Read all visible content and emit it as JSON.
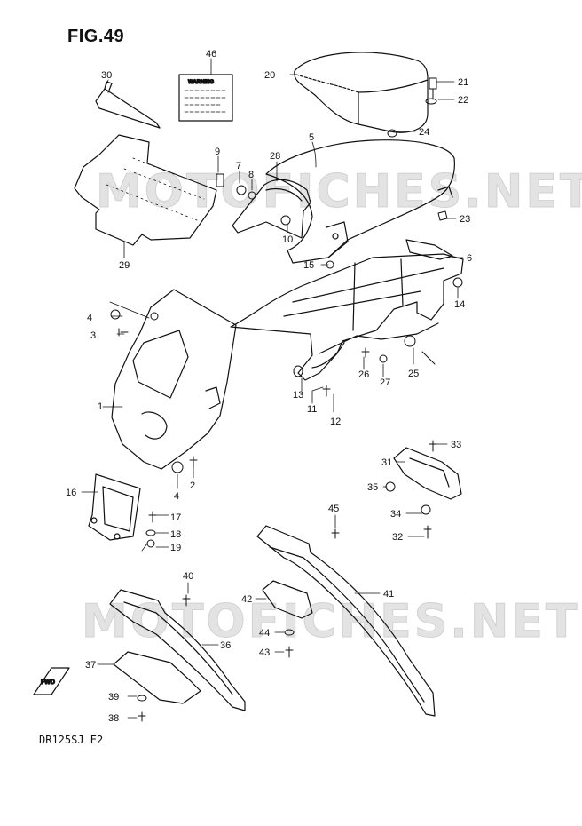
{
  "figure": {
    "title": "FIG.49",
    "model_code": "DR125SJ E2",
    "watermark": "MOTOFICHES.NET",
    "fwd_label": "FWD",
    "warning_label_text": "WARNING"
  },
  "callouts": [
    "1",
    "2",
    "3",
    "4",
    "5",
    "6",
    "7",
    "8",
    "9",
    "10",
    "11",
    "12",
    "13",
    "14",
    "15",
    "16",
    "17",
    "18",
    "19",
    "20",
    "21",
    "22",
    "23",
    "24",
    "25",
    "26",
    "27",
    "28",
    "29",
    "30",
    "31",
    "32",
    "33",
    "34",
    "35",
    "36",
    "37",
    "38",
    "39",
    "40",
    "41",
    "42",
    "43",
    "44",
    "45",
    "46"
  ],
  "repeated_callout": "4"
}
